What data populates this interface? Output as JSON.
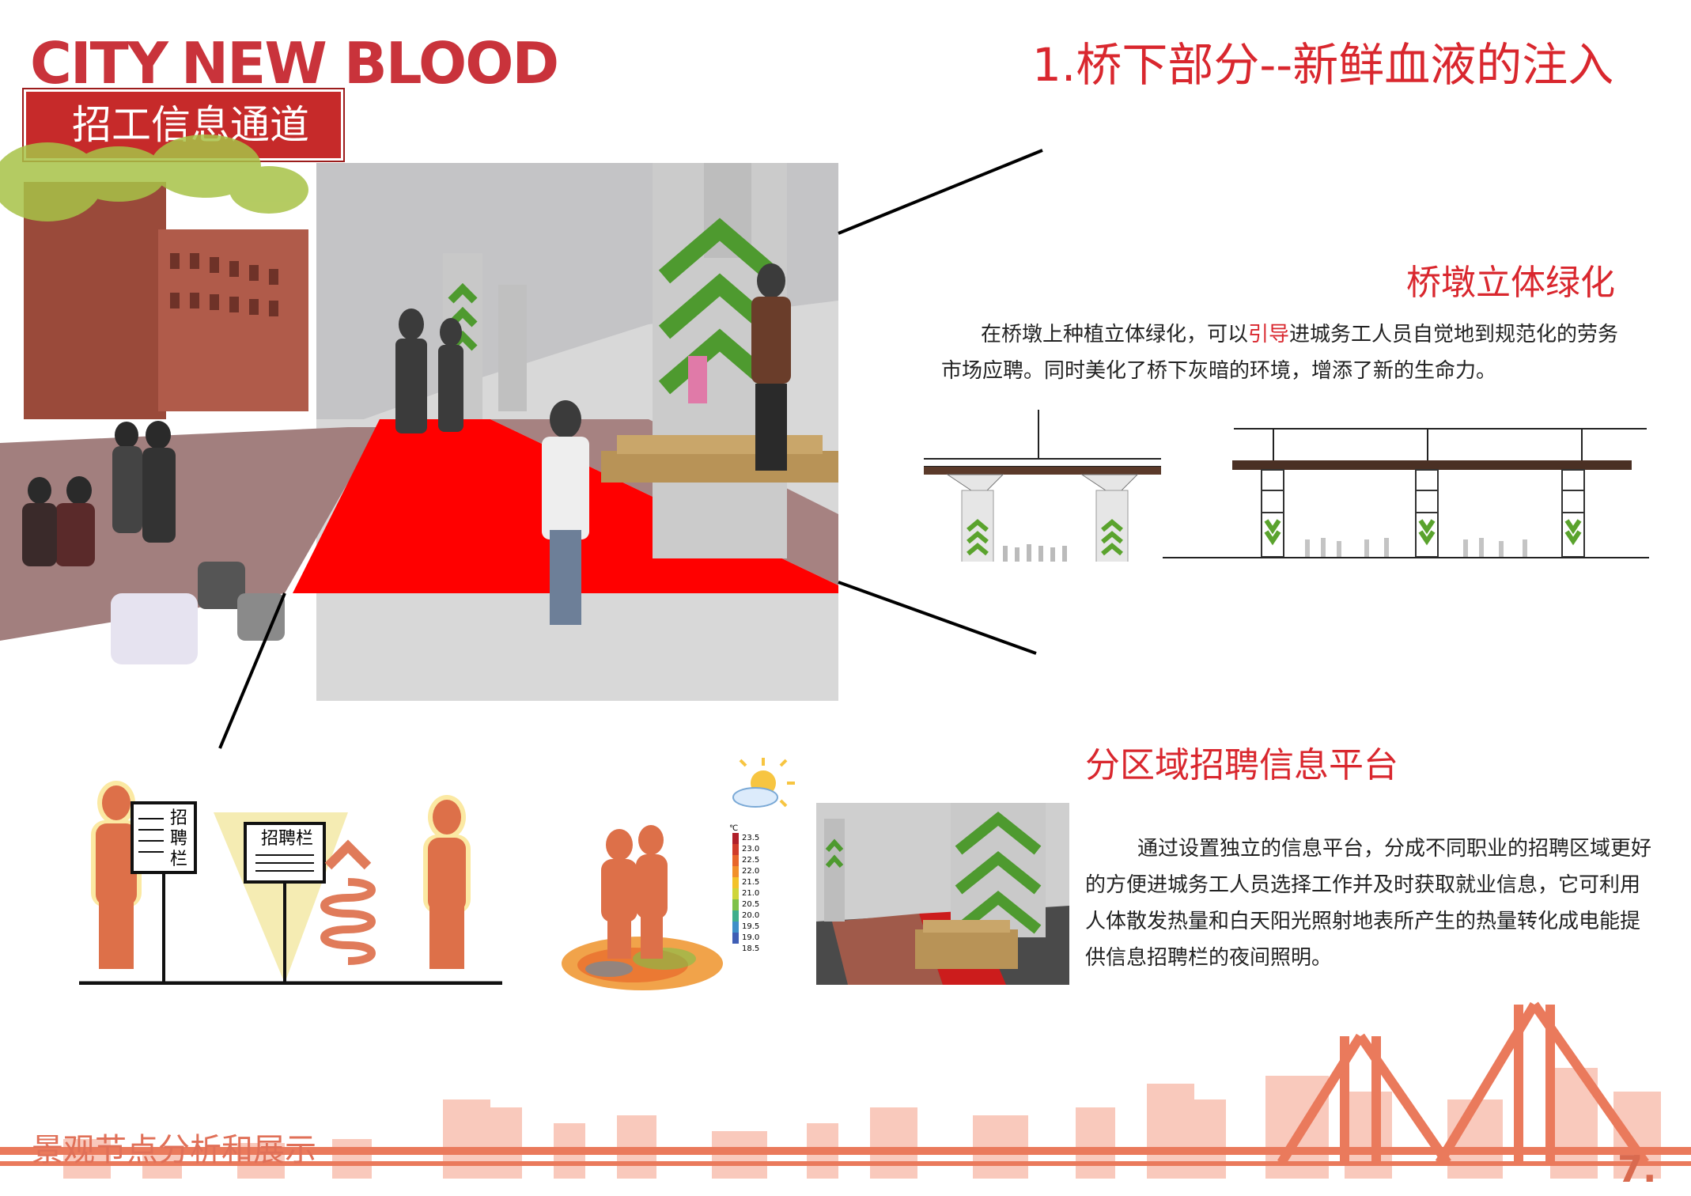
{
  "header": {
    "logo_word1": "CITY",
    "logo_word2": "NEW BLOOD",
    "banner_label": "招工信息通道",
    "section_title": "1.桥下部分--新鲜血液的注入"
  },
  "greening": {
    "title": "桥墩立体绿化",
    "text_before": "在桥墩上种植立体绿化，可以",
    "text_highlight": "引导",
    "text_after": "进城务工人员自觉地到规范化的劳务市场应聘。同时美化了桥下灰暗的环境，增添了新的生命力。"
  },
  "recruitment": {
    "title": "分区域招聘信息平台",
    "text": "通过设置独立的信息平台，分成不同职业的招聘区域更好的方便进城务工人员选择工作并及时获取就业信息，它可利用人体散发热量和白天阳光照射地表所产生的热量转化成电能提供信息招聘栏的夜间照明。"
  },
  "diagram": {
    "sign_vertical": [
      "招",
      "聘",
      "栏"
    ],
    "sign_horizontal": "招聘栏",
    "temp_unit": "℃",
    "temp_scale": [
      "23.5",
      "23.0",
      "22.5",
      "22.0",
      "21.5",
      "21.0",
      "20.5",
      "20.0",
      "19.5",
      "19.0",
      "18.5"
    ]
  },
  "footer": {
    "label": "景观节点分析和展示",
    "page_number": "7."
  },
  "colors": {
    "brand_red": "#d9272e",
    "banner_red": "#c62a2a",
    "footer_orange": "#e87a5f",
    "green_wall": "#4e9a2f"
  }
}
